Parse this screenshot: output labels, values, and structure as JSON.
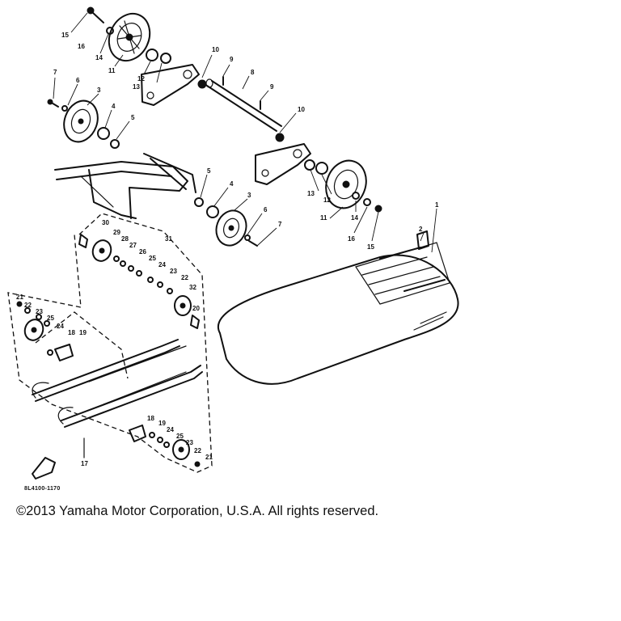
{
  "diagram": {
    "callouts": [
      "1",
      "2",
      "3",
      "4",
      "5",
      "6",
      "7",
      "8",
      "9",
      "10",
      "11",
      "12",
      "13",
      "14",
      "15",
      "16",
      "17",
      "18",
      "19",
      "20",
      "21",
      "22",
      "23",
      "24",
      "25",
      "26",
      "27",
      "28",
      "29",
      "30",
      "31",
      "32"
    ],
    "drawing_code": "8L4100-1170"
  },
  "footer": {
    "copyright": "©2013 Yamaha Motor Corporation, U.S.A. All rights reserved."
  }
}
